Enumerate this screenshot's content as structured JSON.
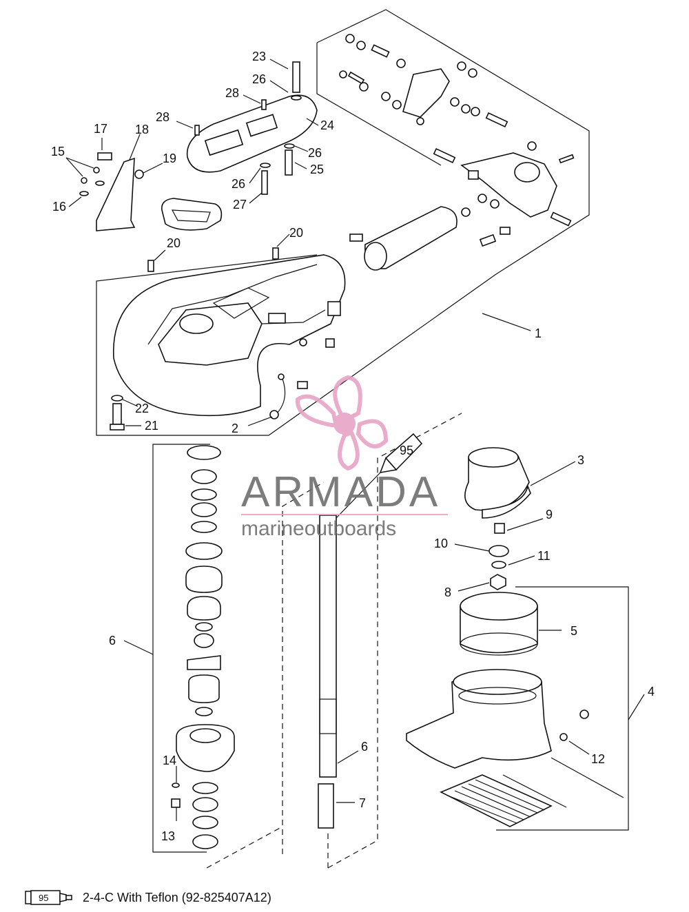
{
  "callouts": [
    {
      "id": "c1",
      "text": "1"
    },
    {
      "id": "c2",
      "text": "2"
    },
    {
      "id": "c3",
      "text": "3"
    },
    {
      "id": "c4",
      "text": "4"
    },
    {
      "id": "c5",
      "text": "5"
    },
    {
      "id": "c6a",
      "text": "6"
    },
    {
      "id": "c6b",
      "text": "6"
    },
    {
      "id": "c7",
      "text": "7"
    },
    {
      "id": "c8",
      "text": "8"
    },
    {
      "id": "c9",
      "text": "9"
    },
    {
      "id": "c10",
      "text": "10"
    },
    {
      "id": "c11",
      "text": "11"
    },
    {
      "id": "c12",
      "text": "12"
    },
    {
      "id": "c13",
      "text": "13"
    },
    {
      "id": "c14",
      "text": "14"
    },
    {
      "id": "c15",
      "text": "15"
    },
    {
      "id": "c16",
      "text": "16"
    },
    {
      "id": "c17",
      "text": "17"
    },
    {
      "id": "c18",
      "text": "18"
    },
    {
      "id": "c19",
      "text": "19"
    },
    {
      "id": "c20a",
      "text": "20"
    },
    {
      "id": "c20b",
      "text": "20"
    },
    {
      "id": "c21",
      "text": "21"
    },
    {
      "id": "c22",
      "text": "22"
    },
    {
      "id": "c23",
      "text": "23"
    },
    {
      "id": "c24",
      "text": "24"
    },
    {
      "id": "c25",
      "text": "25"
    },
    {
      "id": "c26a",
      "text": "26"
    },
    {
      "id": "c26b",
      "text": "26"
    },
    {
      "id": "c26c",
      "text": "26"
    },
    {
      "id": "c27",
      "text": "27"
    },
    {
      "id": "c28a",
      "text": "28"
    },
    {
      "id": "c28b",
      "text": "28"
    }
  ],
  "tube_label": "95",
  "legend": {
    "tube_label": "95",
    "text": "2-4-C  With Teflon (92-825407A12)"
  },
  "watermark": {
    "brand": "ARMADA",
    "tagline": "marineoutboards",
    "logo_color": "#e7a4c6"
  }
}
